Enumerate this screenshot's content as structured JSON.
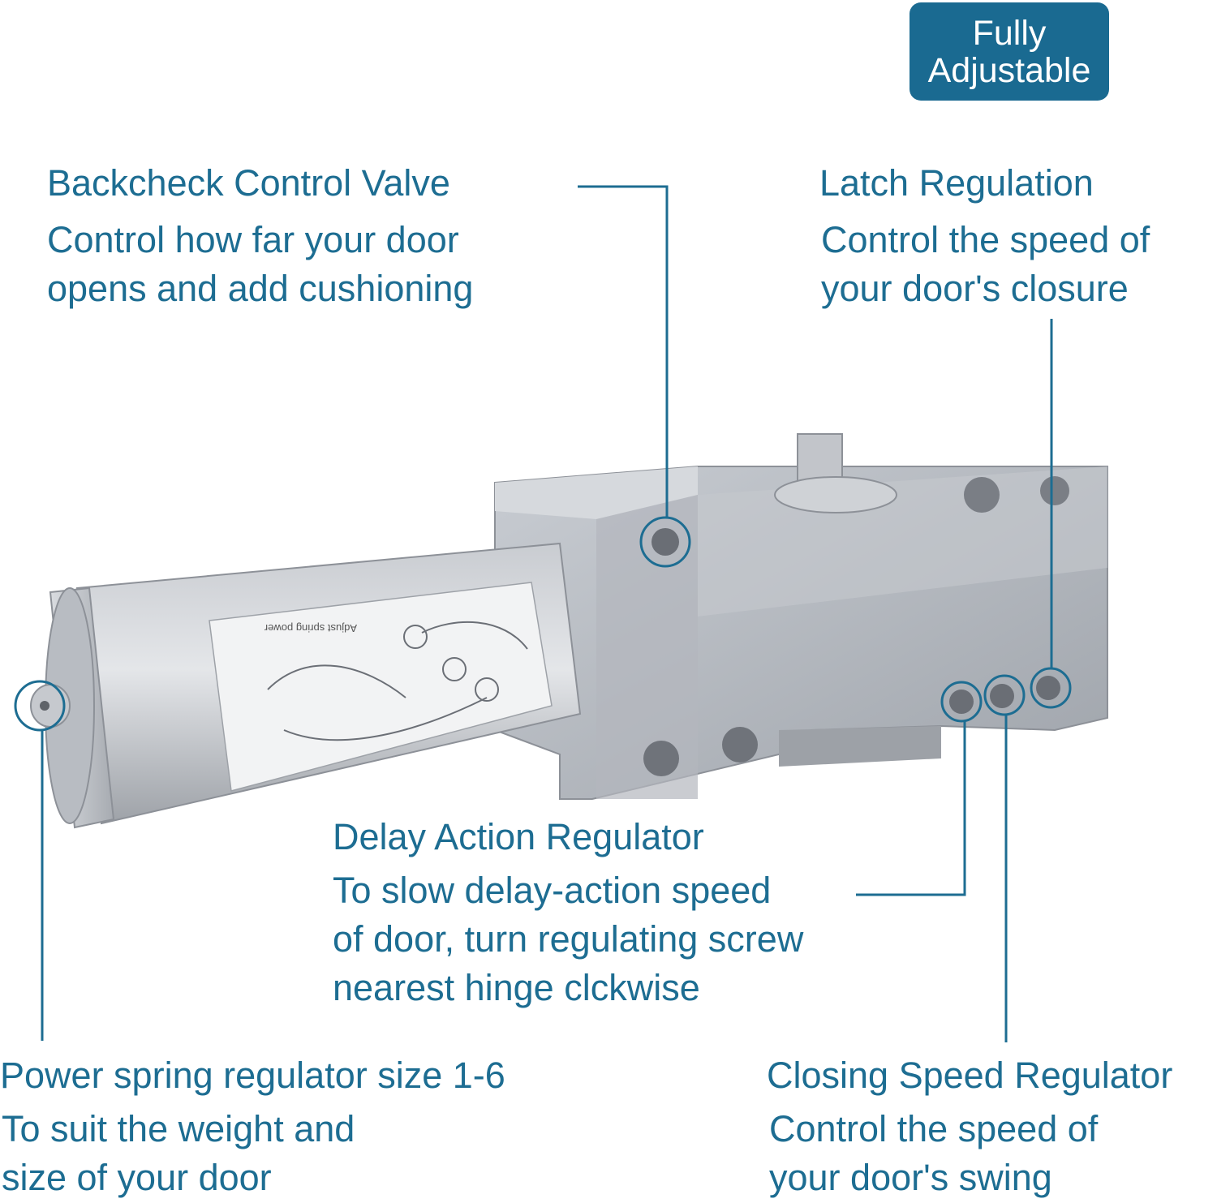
{
  "badge": {
    "line1": "Fully",
    "line2": "Adjustable"
  },
  "callouts": {
    "backcheck": {
      "title": "Backcheck Control Valve",
      "lines": [
        "Control how far your door",
        "opens and add cushioning"
      ]
    },
    "latch": {
      "title": "Latch Regulation",
      "lines": [
        "Control the speed of",
        "your door's closure"
      ]
    },
    "delay": {
      "title": "Delay Action Regulator",
      "lines": [
        "To slow delay-action speed",
        "of door, turn regulating screw",
        "nearest hinge clckwise"
      ]
    },
    "power": {
      "title": "Power spring regulator size 1-6",
      "lines": [
        "To suit the weight and",
        "size of your door"
      ]
    },
    "closing": {
      "title": "Closing Speed Regulator",
      "lines": [
        "Control the speed of",
        "your door's swing"
      ]
    }
  },
  "product": {
    "label_text": "Adjust spring power",
    "accent_color": "#1d6d92",
    "body_color": "#b9bdc3"
  }
}
